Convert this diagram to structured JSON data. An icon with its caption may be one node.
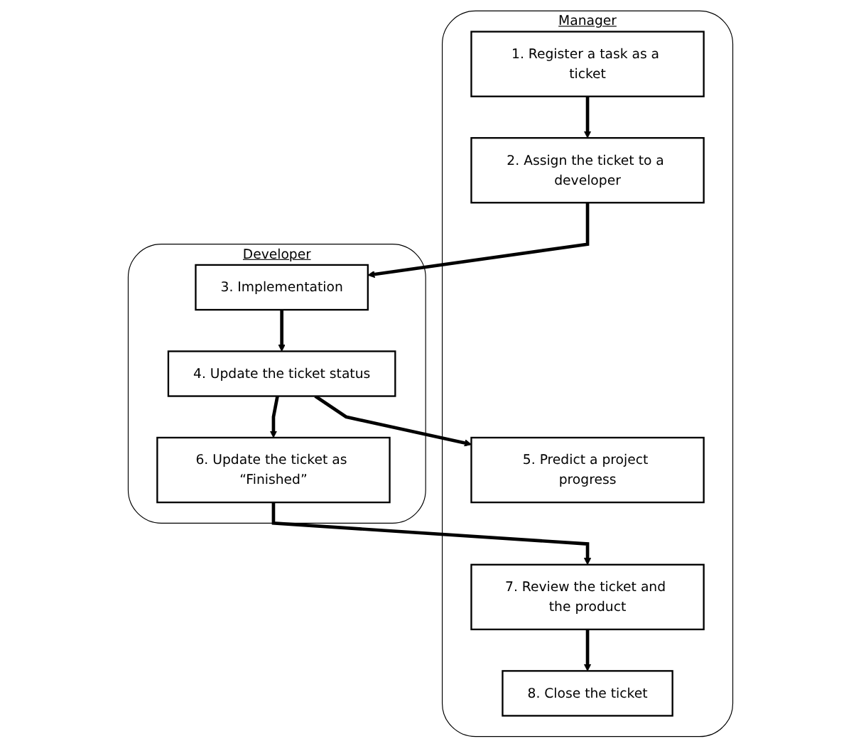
{
  "diagram": {
    "nodes": [
      {
        "text": [
          "Manager"
        ]
      },
      {
        "text": [
          "Developer"
        ]
      },
      {
        "text": [
          "1. Register a task as a ticket"
        ],
        "in": 0
      },
      {
        "text": [
          "2. Assign the ticket to a developer"
        ],
        "in": 0
      },
      {
        "text": [
          "3. Implementation"
        ],
        "in": 1
      },
      {
        "text": [
          "4. Update the ticket status"
        ],
        "in": 1
      },
      {
        "text": [
          "5. Predict a project progress"
        ],
        "in": 0
      },
      {
        "text": [
          "6. Update the ticket as “Finished”"
        ],
        "in": 1
      },
      {
        "text": [
          "7. Review the ticket and the product"
        ],
        "in": 0
      },
      {
        "text": [
          "8. Close the ticket"
        ],
        "in": 0
      }
    ],
    "edges": [
      {
        "from": 2,
        "to": 3,
        "arrow": "to"
      },
      {
        "from": 3,
        "to": 4,
        "arrow": "to"
      },
      {
        "from": 4,
        "to": 5,
        "arrow": "to"
      },
      {
        "from": 5,
        "to": 6,
        "arrow": "to"
      },
      {
        "from": 5,
        "to": 7,
        "arrow": "to"
      },
      {
        "from": 7,
        "to": 8,
        "arrow": "to"
      },
      {
        "from": 8,
        "to": 9,
        "arrow": "to"
      }
    ]
  }
}
